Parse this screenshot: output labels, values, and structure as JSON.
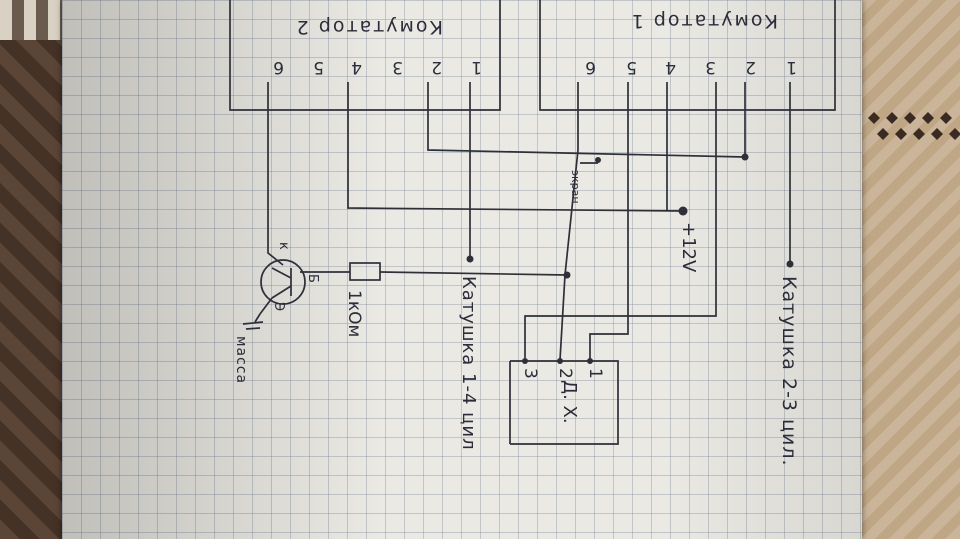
{
  "labels": {
    "commutator1": "Комутатор 1",
    "commutator2": "Комутатор 2",
    "coil_23": "Катушка 2-3 цил.",
    "coil_14": "Катушка 1-4 цил",
    "plus12v": "+12V",
    "resistor": "1кОм",
    "mass": "масса",
    "hall_sensor": "Д. Х.",
    "shield": "экран",
    "collector": "к",
    "base": "Б",
    "emitter": "Э"
  },
  "commutator1_pins": [
    "1",
    "2",
    "3",
    "4",
    "5",
    "6"
  ],
  "commutator2_pins": [
    "1",
    "2",
    "3",
    "4",
    "5",
    "6"
  ],
  "hall_sensor_pins": [
    "1",
    "2",
    "3"
  ],
  "colors": {
    "ink": "#2f2f3a",
    "paper": "#eae9e3",
    "grid": "#8c96aa"
  }
}
